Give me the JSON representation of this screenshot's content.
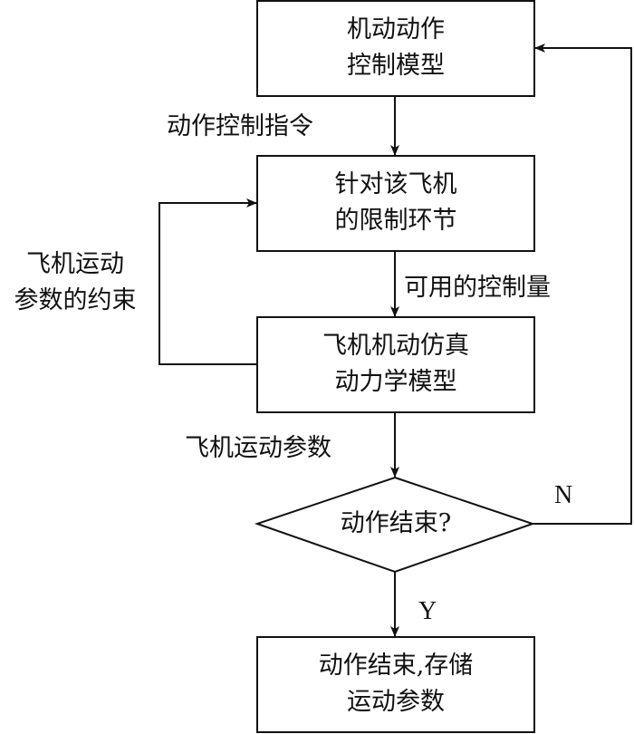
{
  "diagram": {
    "type": "flowchart",
    "nodes": [
      {
        "id": "control_model",
        "shape": "rect",
        "lines": [
          "机动动作",
          "控制模型"
        ]
      },
      {
        "id": "limit_link",
        "shape": "rect",
        "lines": [
          "针对该飞机",
          "的限制环节"
        ]
      },
      {
        "id": "dynamics_model",
        "shape": "rect",
        "lines": [
          "飞机机动仿真",
          "动力学模型"
        ]
      },
      {
        "id": "decision",
        "shape": "diamond",
        "lines": [
          "动作结束?"
        ]
      },
      {
        "id": "store",
        "shape": "rect",
        "lines": [
          "动作结束,存储",
          "运动参数"
        ]
      }
    ],
    "edges": [
      {
        "from": "control_model",
        "to": "limit_link",
        "label": "动作控制指令"
      },
      {
        "from": "limit_link",
        "to": "dynamics_model",
        "label": "可用的控制量"
      },
      {
        "from": "dynamics_model",
        "to": "decision",
        "label": "飞机运动参数"
      },
      {
        "from": "decision",
        "to": "store",
        "label": "Y"
      },
      {
        "from": "decision",
        "to": "control_model",
        "label": "N"
      },
      {
        "from": "dynamics_model",
        "to": "limit_link",
        "label_lines": [
          "飞机运动",
          "参数的约束"
        ]
      }
    ]
  }
}
